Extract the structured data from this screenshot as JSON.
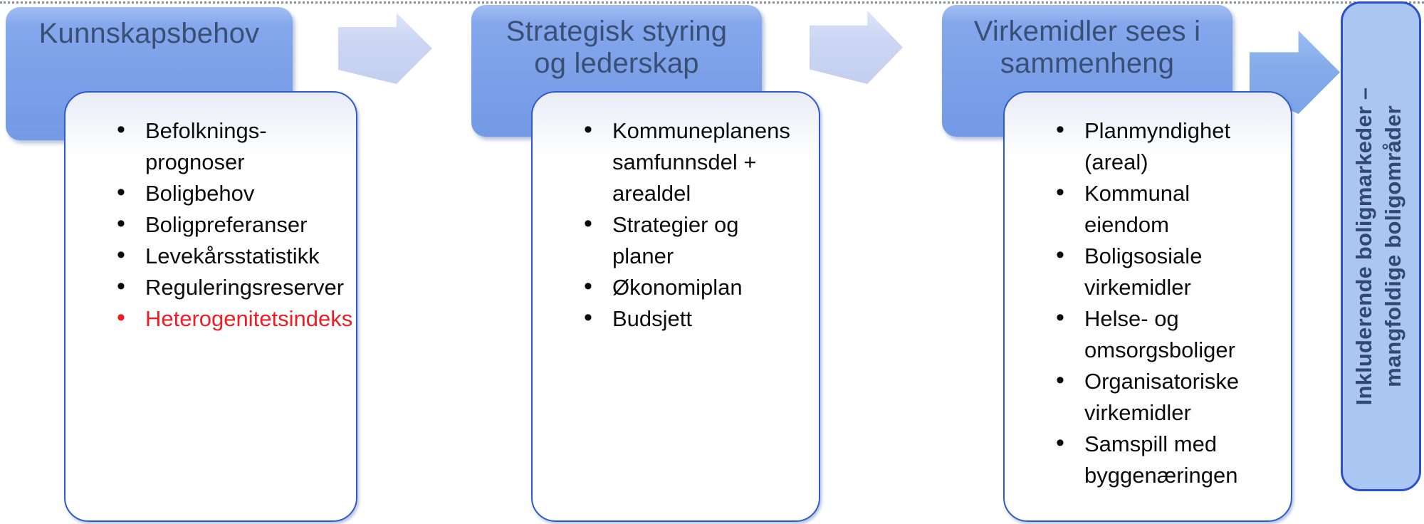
{
  "colors": {
    "header_fill": "#7ba0e8",
    "header_text": "#3a4f74",
    "detail_box_border": "#2e5bc9",
    "bullet_text": "#0c0c0c",
    "highlight_red": "#ef1c24",
    "arrow_light": "#ccd6f3",
    "arrow_strong": "#84abea",
    "outcome_fill": "#a9c7f2",
    "outcome_border": "#2b50c8",
    "outcome_text": "#32486e"
  },
  "diagram": {
    "columns": [
      {
        "header": "Kunnskapsbehov",
        "bullets": [
          {
            "text": "Befolknings-\nprognoser"
          },
          {
            "text": "Boligbehov"
          },
          {
            "text": "Boligpreferanser"
          },
          {
            "text": "Levekårsstatistikk"
          },
          {
            "text": "Reguleringsreserver"
          },
          {
            "text": "Heterogenitetsindeks",
            "color": "#ef1c24"
          }
        ]
      },
      {
        "header": "Strategisk styring\nog lederskap",
        "bullets": [
          {
            "text": "Kommuneplanens\nsamfunnsdel +\narealdel"
          },
          {
            "text": "Strategier og planer"
          },
          {
            "text": "Økonomiplan"
          },
          {
            "text": "Budsjett"
          }
        ]
      },
      {
        "header": "Virkemidler sees i\nsammenheng",
        "bullets": [
          {
            "text": "Planmyndighet\n(areal)"
          },
          {
            "text": "Kommunal eiendom"
          },
          {
            "text": "Boligsosiale\nvirkemidler"
          },
          {
            "text": "Helse- og\nomsorgsboliger"
          },
          {
            "text": "Organisatoriske\nvirkemidler"
          },
          {
            "text": "Samspill med\nbyggenæringen"
          }
        ]
      }
    ],
    "outcome": {
      "text": "Inkluderende boligmarkeder –\nmangfoldige boligområder"
    }
  }
}
